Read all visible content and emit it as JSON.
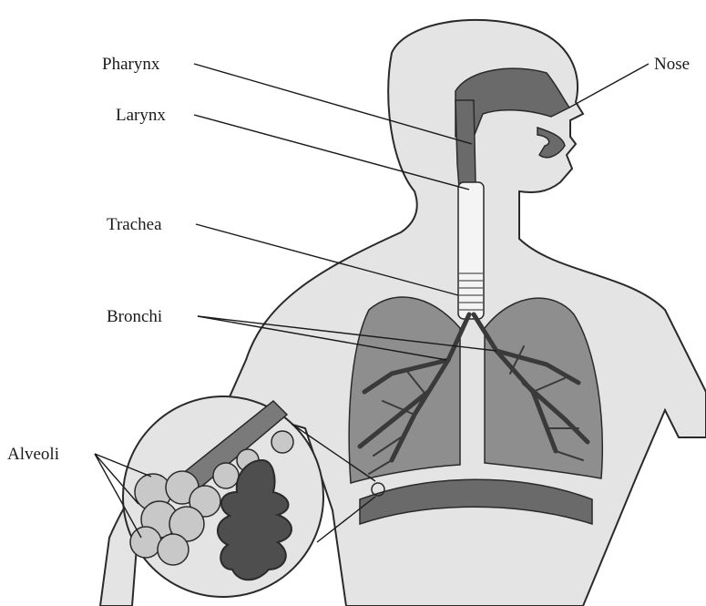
{
  "labels": {
    "pharynx": "Pharynx",
    "larynx": "Larynx",
    "trachea": "Trachea",
    "bronchi": "Bronchi",
    "alveoli": "Alveoli",
    "nose": "Nose"
  },
  "colors": {
    "body": "#e4e4e4",
    "airway": "#6a6a6a",
    "lung": "#8e8e8e",
    "lung_dark": "#4e4e4e",
    "alveoli": "#c8c8c8",
    "outline": "#2a2a2a"
  }
}
